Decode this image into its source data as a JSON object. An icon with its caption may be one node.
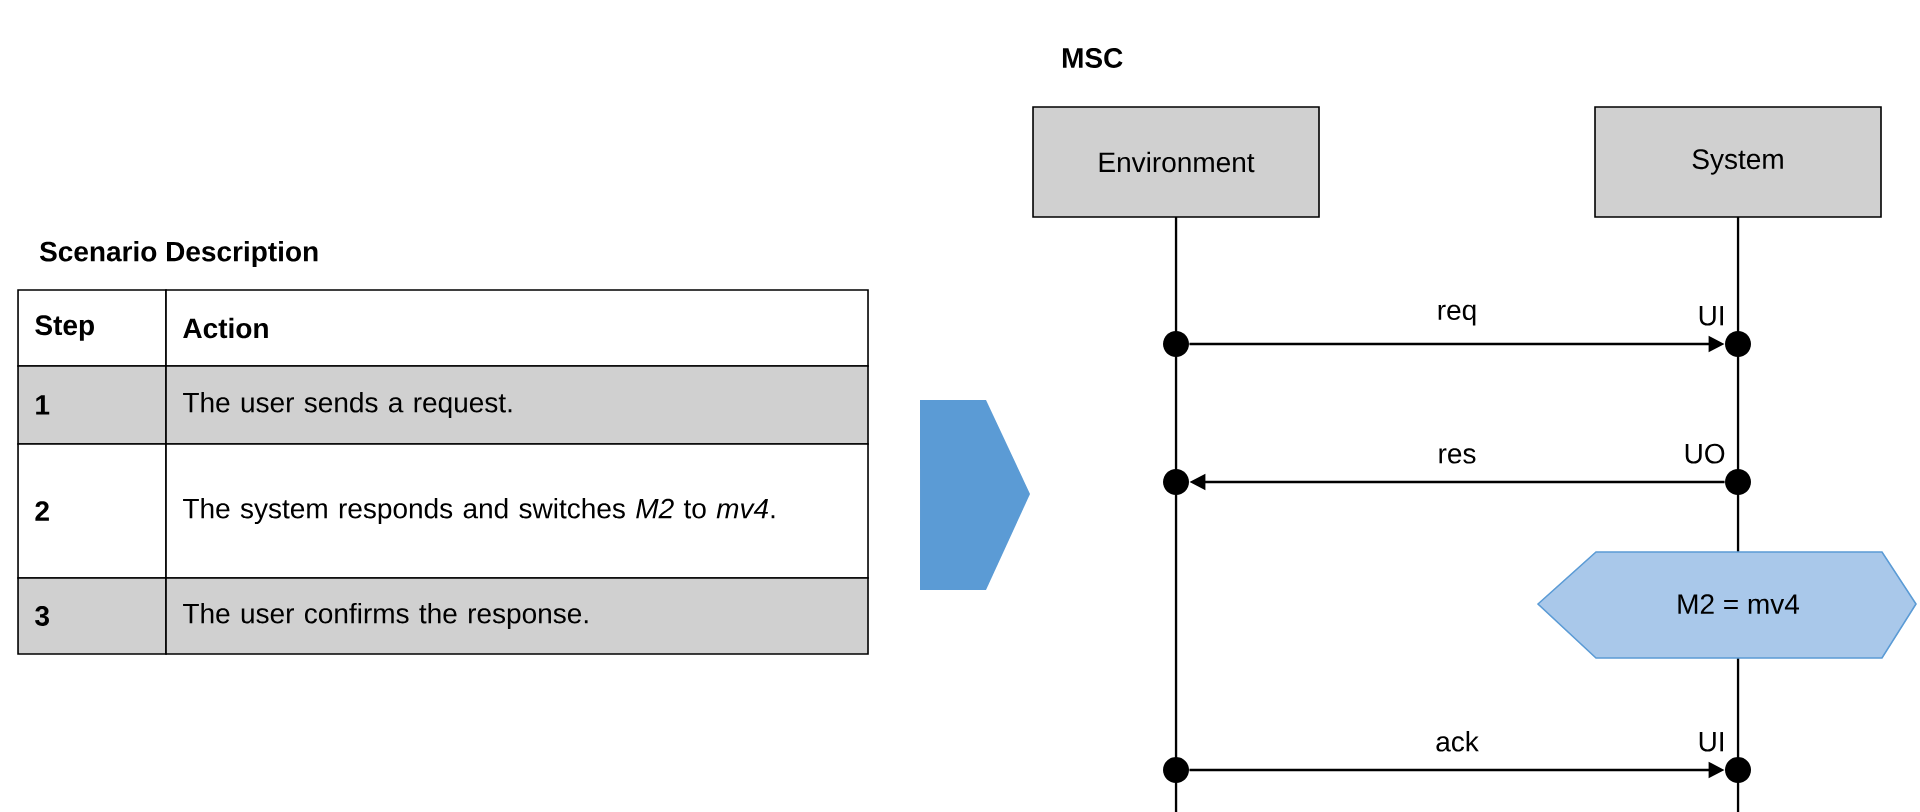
{
  "diagram": {
    "title": "MSC",
    "nodes": [
      {
        "text": [
          "Environment"
        ]
      },
      {
        "text": [
          "System"
        ]
      },
      {
        "text": [],
        "shape": "circle"
      },
      {
        "text": [],
        "shape": "circle",
        "beside": [
          "UI"
        ]
      },
      {
        "text": [],
        "shape": "circle"
      },
      {
        "text": [],
        "shape": "circle",
        "beside": [
          "UO"
        ]
      },
      {
        "text": [
          "M2 = mv4"
        ]
      },
      {
        "text": [],
        "shape": "circle"
      },
      {
        "text": [],
        "shape": "circle",
        "beside": [
          "UI"
        ]
      }
    ],
    "edges": [
      {
        "from": 2,
        "to": 3,
        "arrow": "to",
        "label": "req"
      },
      {
        "from": 5,
        "to": 4,
        "arrow": "to",
        "label": "res"
      },
      {
        "from": 7,
        "to": 8,
        "arrow": "to",
        "label": "ack"
      }
    ],
    "labels": [
      "Scenario Description",
      "Step",
      "Action",
      "1",
      "The user sends a request.",
      "2",
      "The system responds and switches *M2* to *mv4*.",
      "3",
      "The user confirms the response."
    ]
  }
}
